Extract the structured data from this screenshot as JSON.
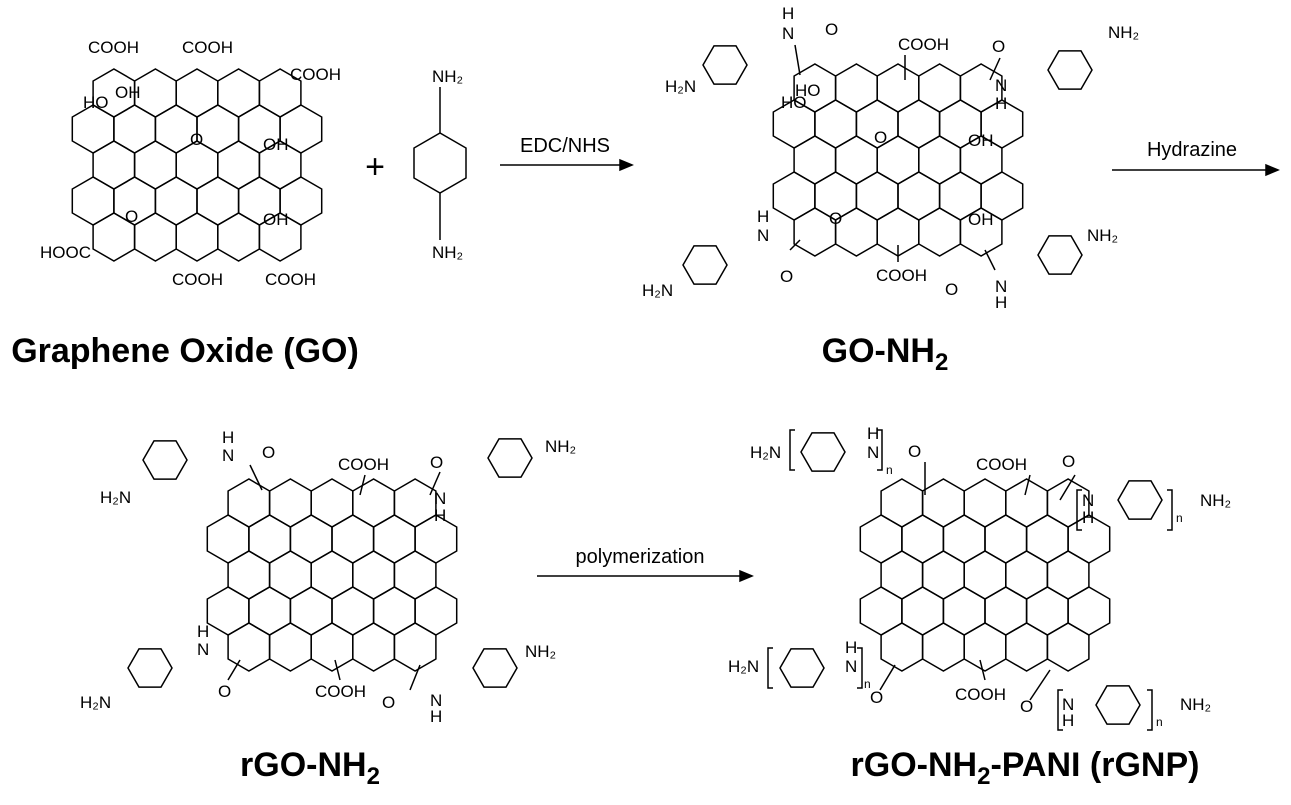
{
  "titles": {
    "go": "Graphene Oxide (GO)",
    "go_nh2": {
      "main": "GO-NH",
      "sub": "2"
    },
    "rgo_nh2": {
      "main": "rGO-NH",
      "sub": "2"
    },
    "rgnp": {
      "pre": "rGO-NH",
      "sub": "2",
      "post": "-PANI (rGNP)"
    }
  },
  "reagents": {
    "plus": "+",
    "step1": "EDC/NHS",
    "step2": "Hydrazine",
    "step3": "polymerization"
  },
  "diamine": [
    "NH₂",
    "NH₂"
  ],
  "go": [
    "COOH",
    "COOH",
    "COOH",
    "HO",
    "OH",
    "O",
    "OH",
    "O",
    "OH",
    "HOOC",
    "COOH",
    "COOH"
  ],
  "go_nh2": [
    "H₂N",
    "H",
    "N",
    "O",
    "COOH",
    "O",
    "N",
    "H",
    "NH₂",
    "HO",
    "HO",
    "O",
    "OH",
    "O",
    "OH",
    "H",
    "N",
    "O",
    "H₂N",
    "COOH",
    "O",
    "N",
    "H",
    "NH₂"
  ],
  "rgo_nh2": [
    "H",
    "N",
    "O",
    "H₂N",
    "COOH",
    "O",
    "N",
    "H",
    "NH₂",
    "H",
    "N",
    "H₂N",
    "O",
    "COOH",
    "O",
    "N",
    "H",
    "NH₂"
  ],
  "rgnp": [
    "H₂N",
    "H",
    "N",
    "n",
    "O",
    "COOH",
    "O",
    "N",
    "H",
    "n",
    "NH₂",
    "H₂N",
    "H",
    "N",
    "n",
    "O",
    "COOH",
    "O",
    "N",
    "H",
    "n",
    "NH₂"
  ]
}
